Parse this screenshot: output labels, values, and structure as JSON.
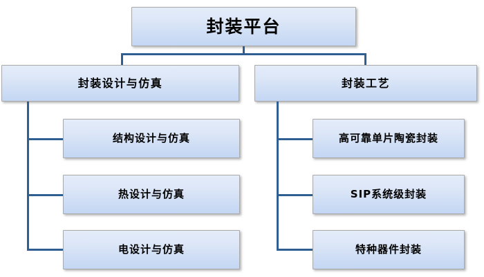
{
  "diagram": {
    "type": "org-chart",
    "orientation": "top-down",
    "colors": {
      "box_fill_top": "#e4ecf9",
      "box_fill_bottom": "#c3d6f3",
      "box_border": "#a9a9a9",
      "connector": "#2e5e92",
      "text": "#000000",
      "background": "#ffffff"
    },
    "root": {
      "label": "封装平台"
    },
    "branches": [
      {
        "label": "封装设计与仿真",
        "children": [
          {
            "label": "结构设计与仿真"
          },
          {
            "label": "热设计与仿真"
          },
          {
            "label": "电设计与仿真"
          }
        ]
      },
      {
        "label": "封装工艺",
        "children": [
          {
            "label": "高可靠单片陶瓷封装"
          },
          {
            "label": "SIP系统级封装"
          },
          {
            "label": "特种器件封装"
          }
        ]
      }
    ]
  }
}
